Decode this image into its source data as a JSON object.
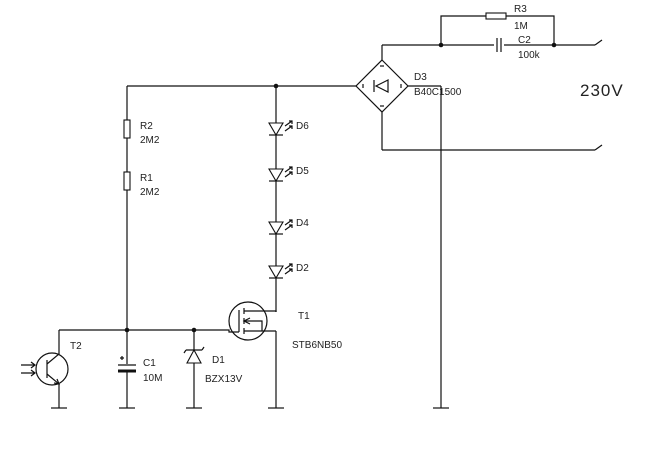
{
  "voltage": "230V",
  "components": {
    "r3": {
      "ref": "R3",
      "value": "1M"
    },
    "c2": {
      "ref": "C2",
      "value": "100k"
    },
    "d3": {
      "ref": "D3",
      "value": "B40C1500"
    },
    "r2": {
      "ref": "R2",
      "value": "2M2"
    },
    "r1": {
      "ref": "R1",
      "value": "2M2"
    },
    "d6": {
      "ref": "D6"
    },
    "d5": {
      "ref": "D5"
    },
    "d4": {
      "ref": "D4"
    },
    "d2": {
      "ref": "D2"
    },
    "t1": {
      "ref": "T1",
      "value": "STB6NB50"
    },
    "t2": {
      "ref": "T2"
    },
    "c1": {
      "ref": "C1",
      "value": "10M"
    },
    "d1": {
      "ref": "D1",
      "value": "BZX13V"
    }
  }
}
